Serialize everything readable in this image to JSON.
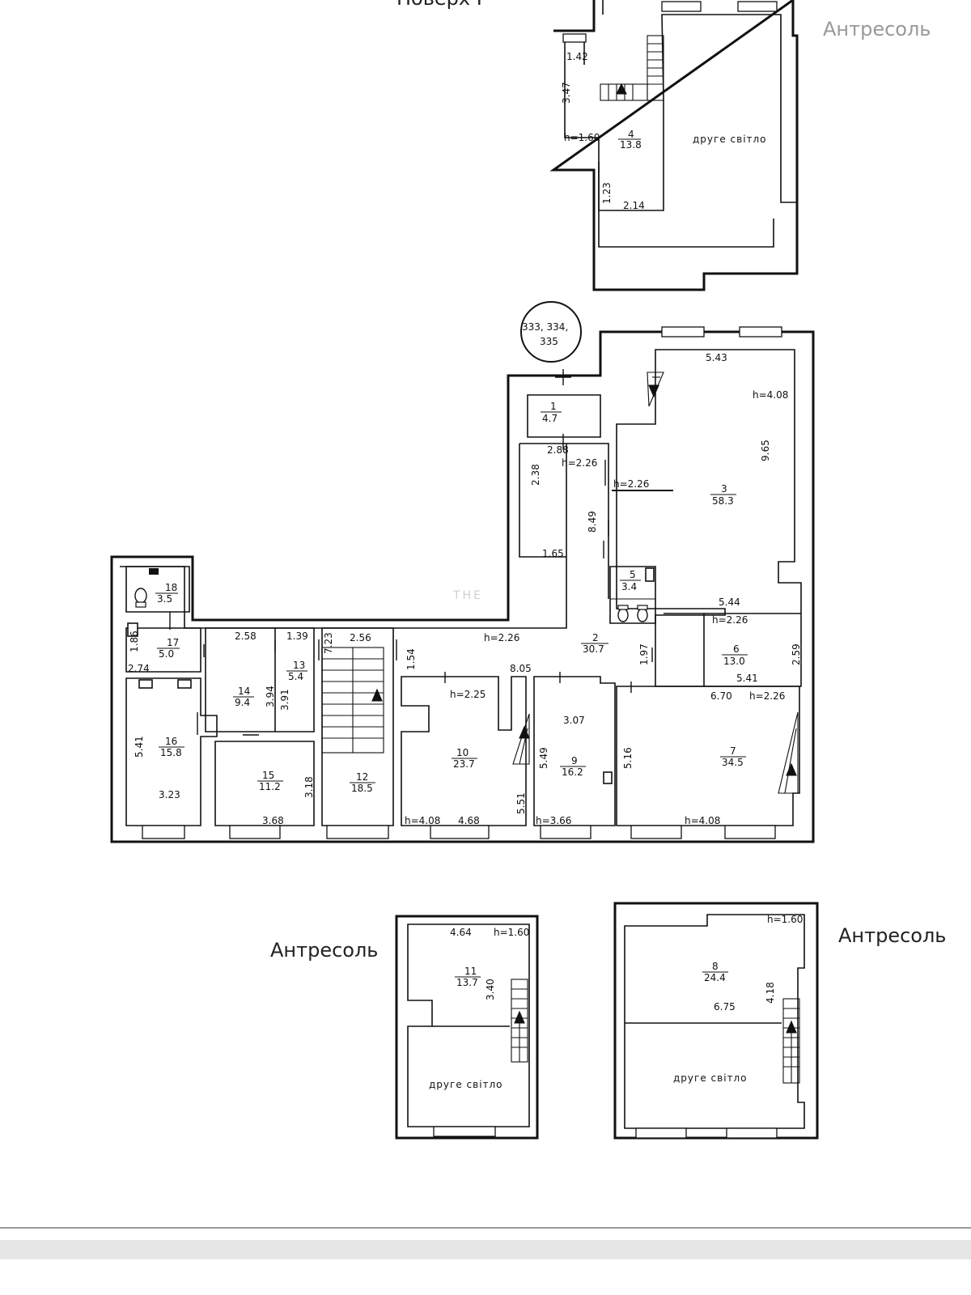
{
  "labels": {
    "floor_title": "Поверх І",
    "mezzanine": "Антресоль",
    "second_light": "друге світло",
    "address_numbers_line1": "333, 334,",
    "address_numbers_line2": "335",
    "watermark": "THE"
  },
  "rooms": {
    "r1": {
      "num": "1",
      "area": "4.7"
    },
    "r2": {
      "num": "2",
      "area": "30.7"
    },
    "r3": {
      "num": "3",
      "area": "58.3"
    },
    "r4": {
      "num": "4",
      "area": "13.8"
    },
    "r5": {
      "num": "5",
      "area": "3.4"
    },
    "r6": {
      "num": "6",
      "area": "13.0"
    },
    "r7": {
      "num": "7",
      "area": "34.5"
    },
    "r8": {
      "num": "8",
      "area": "24.4"
    },
    "r9": {
      "num": "9",
      "area": "16.2"
    },
    "r10": {
      "num": "10",
      "area": "23.7"
    },
    "r11": {
      "num": "11",
      "area": "13.7"
    },
    "r12": {
      "num": "12",
      "area": "18.5"
    },
    "r13": {
      "num": "13",
      "area": "5.4"
    },
    "r14": {
      "num": "14",
      "area": "9.4"
    },
    "r15": {
      "num": "15",
      "area": "11.2"
    },
    "r16": {
      "num": "16",
      "area": "15.8"
    },
    "r17": {
      "num": "17",
      "area": "5.0"
    },
    "r18": {
      "num": "18",
      "area": "3.5"
    }
  },
  "heights": {
    "h160": "h=1.60",
    "h226": "h=2.26",
    "h225": "h=2.25",
    "h408": "h=4.08",
    "h366": "h=3.66"
  },
  "dims": {
    "d142": "1.42",
    "d347": "3.47",
    "d123": "1.23",
    "d214": "2.14",
    "d543": "5.43",
    "d965": "9.65",
    "d288": "2.88",
    "d238": "2.38",
    "d849": "8.49",
    "d165": "1.65",
    "d544": "5.44",
    "d259": "2.59",
    "d541": "5.41",
    "d670": "6.70",
    "d805": "8.05",
    "d197": "1.97",
    "d307": "3.07",
    "d549": "5.49",
    "d516": "5.16",
    "d154": "1.54",
    "d256": "2.56",
    "d723": "7.23",
    "d139": "1.39",
    "d258": "2.58",
    "d394": "3.94",
    "d391": "3.91",
    "d318": "3.18",
    "d368": "3.68",
    "d323": "3.23",
    "d186": "1.86",
    "d274": "2.74",
    "d468": "4.68",
    "d551": "5.51",
    "d464": "4.64",
    "d340": "3.40",
    "d675": "6.75",
    "d418": "4.18"
  }
}
